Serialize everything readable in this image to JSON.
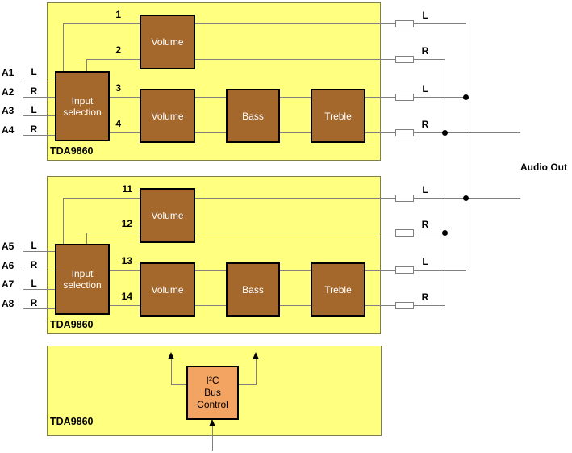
{
  "modules": {
    "input_selection": "Input selection",
    "volume": "Volume",
    "bass": "Bass",
    "treble": "Treble",
    "i2c": {
      "line1": "I²C",
      "line2": "Bus",
      "line3": "Control"
    }
  },
  "blocks": {
    "block1": {
      "chip_label": "TDA9860",
      "pins": [
        "1",
        "2",
        "3",
        "4"
      ],
      "inputs": [
        {
          "name": "A1",
          "channel": "L"
        },
        {
          "name": "A2",
          "channel": "R"
        },
        {
          "name": "A3",
          "channel": "L"
        },
        {
          "name": "A4",
          "channel": "R"
        }
      ]
    },
    "block2": {
      "chip_label": "TDA9860",
      "pins": [
        "11",
        "12",
        "13",
        "14"
      ],
      "inputs": [
        {
          "name": "A5",
          "channel": "L"
        },
        {
          "name": "A6",
          "channel": "R"
        },
        {
          "name": "A7",
          "channel": "L"
        },
        {
          "name": "A8",
          "channel": "R"
        }
      ]
    },
    "block3": {
      "chip_label": "TDA9860"
    }
  },
  "outputs": {
    "channels": [
      "L",
      "R",
      "L",
      "R",
      "L",
      "R",
      "L",
      "R"
    ],
    "label": "Audio Out"
  },
  "colors": {
    "block_fill": "#FFFF80",
    "block_border": "#7F7F4D",
    "module_fill": "#A5682C",
    "i2c_fill": "#F4A462",
    "wire": "#808080",
    "resistor_fill": "#FFFFFF",
    "text_on_module": "#FFFFFF"
  }
}
